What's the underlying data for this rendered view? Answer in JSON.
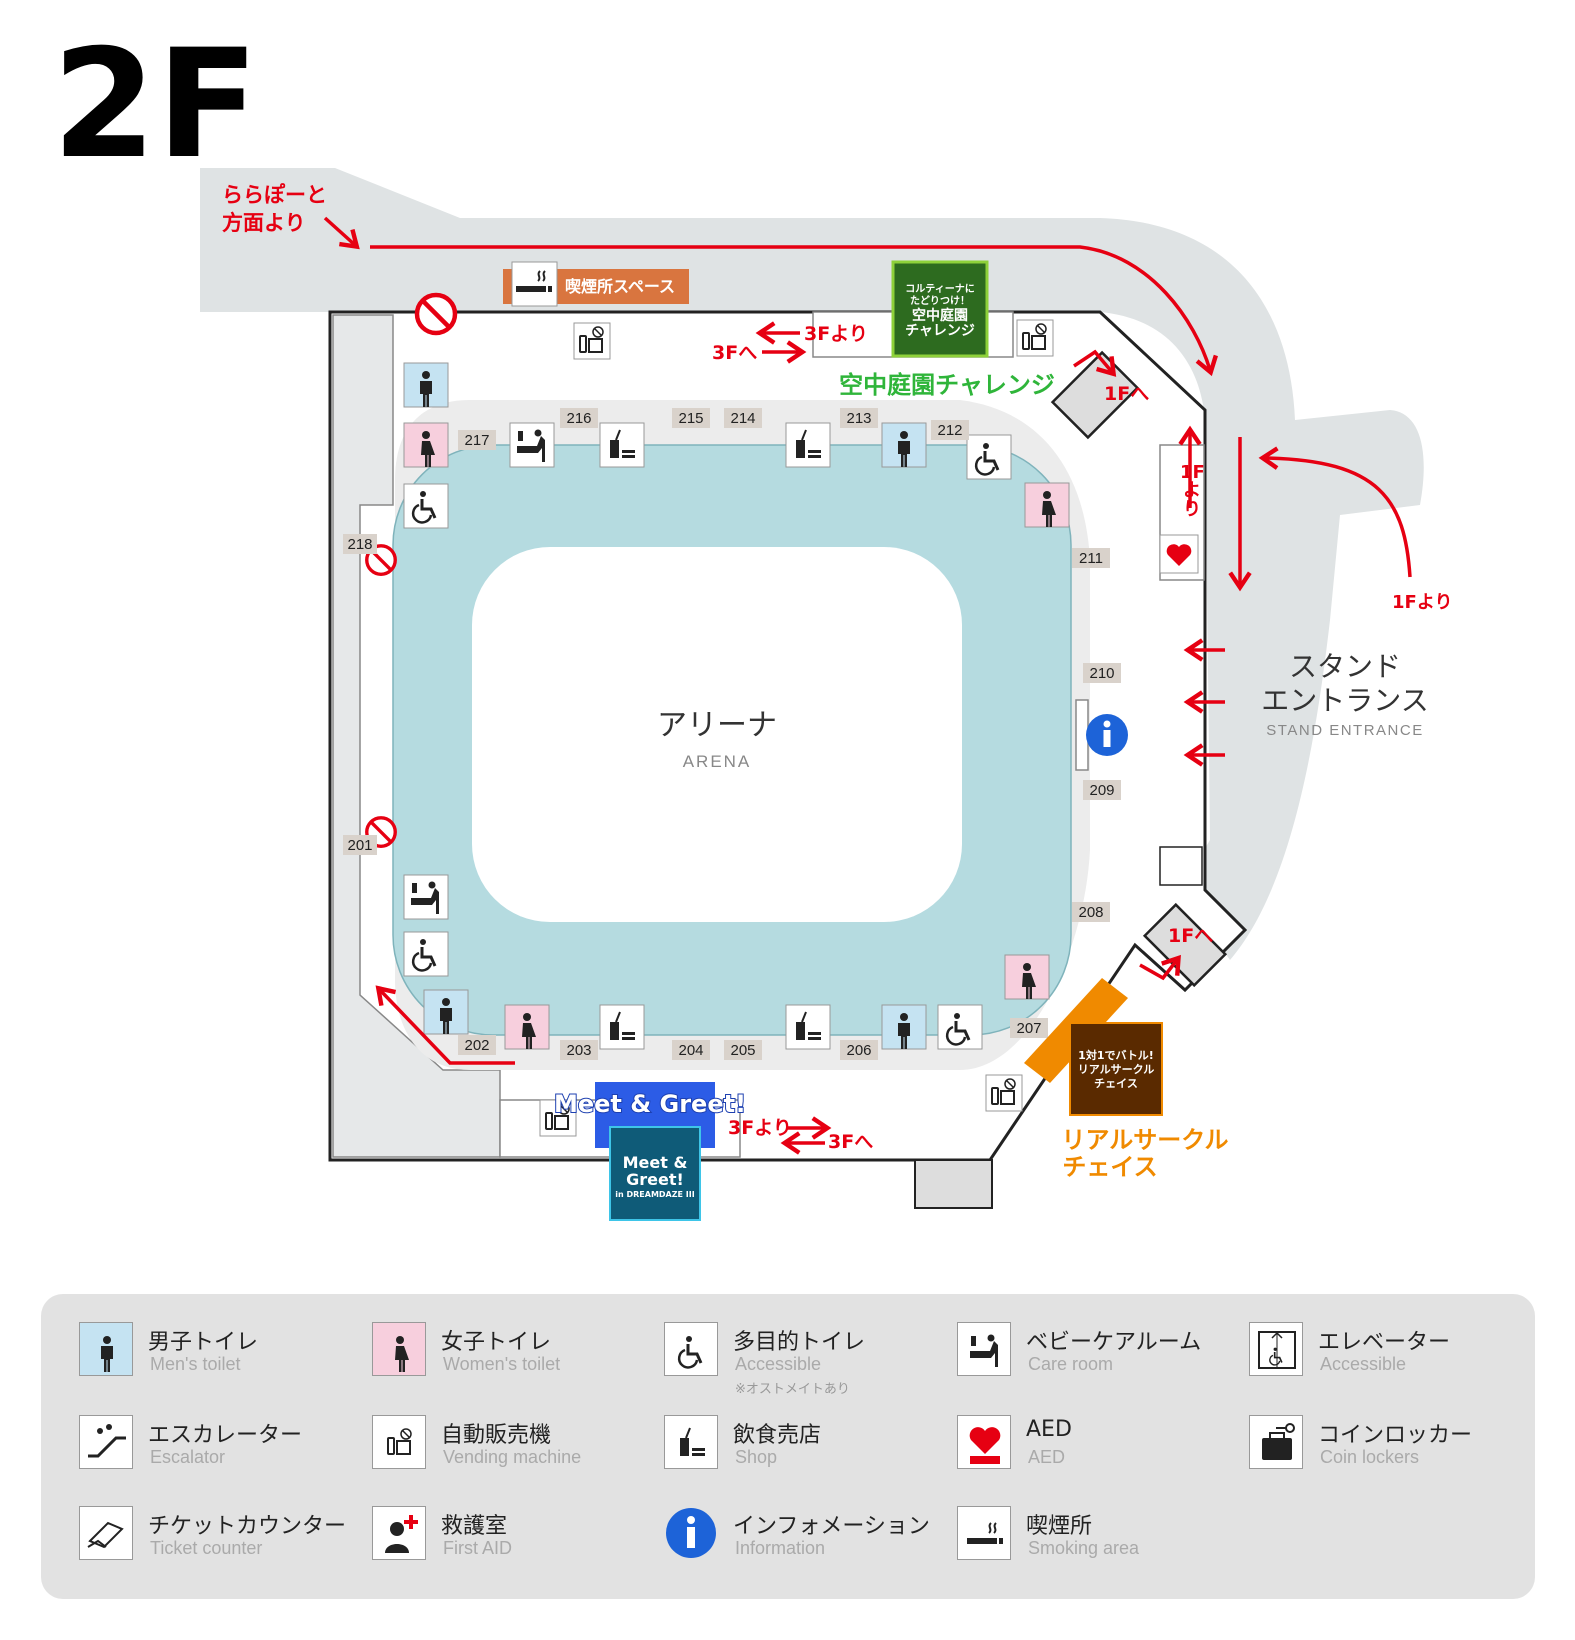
{
  "floor": "2F",
  "map": {
    "arena_ja": "アリーナ",
    "arena_en": "ARENA",
    "stand_entrance_ja_line1": "スタンド",
    "stand_entrance_ja_line2": "エントランス",
    "stand_entrance_en": "STAND ENTRANCE",
    "from_lalaport_line1": "ららぽーと",
    "from_lalaport_line2": "方面より",
    "smoking_space": "喫煙所スペース",
    "from_3f": "3Fより",
    "to_3f": "3Fへ",
    "to_1f": "1Fへ",
    "from_1f": "1Fより",
    "from_1f_vertical": [
      "1F",
      "よ",
      "り"
    ],
    "aed_label": "AED",
    "sky_garden_title": "空中庭園チャレンジ",
    "sky_garden_card": [
      "コルティーナに",
      "たどりつけ！",
      "空中庭園",
      "チャレンジ"
    ],
    "meet_greet_title": "Meet & Greet!",
    "meet_greet_card": [
      "Meet &",
      "Greet!",
      "in DREAMDAZE III"
    ],
    "real_circle_title_line1": "リアルサークル",
    "real_circle_title_line2": "チェイス",
    "real_circle_card": [
      "1対1でバトル!",
      "リアルサークル",
      "チェイス"
    ],
    "gates": {
      "g202": "202",
      "g203": "203",
      "g204": "204",
      "g205": "205",
      "g206": "206",
      "g207": "207",
      "g208": "208",
      "g209": "209",
      "g210": "210",
      "g211": "211",
      "g212": "212",
      "g213": "213",
      "g214": "214",
      "g215": "215",
      "g216": "216",
      "g217": "217",
      "g218": "218",
      "g201": "201"
    }
  },
  "colors": {
    "mens": "#c5e3f2",
    "womens": "#f7cfdd",
    "arena_blue": "#b5dbe0",
    "corridor": "#dfe3e4",
    "route_red": "#e60012",
    "info_blue": "#1d63d8",
    "smoking_orange": "#d9753f",
    "sky_green": "#2fb53a",
    "meet_blue": "#2c5ce6",
    "chase_orange": "#f08a00"
  },
  "legend": [
    {
      "icon": "mens-toilet-icon",
      "ja": "男子トイレ",
      "en": "Men's toilet"
    },
    {
      "icon": "womens-toilet-icon",
      "ja": "女子トイレ",
      "en": "Women's toilet"
    },
    {
      "icon": "accessible-toilet-icon",
      "ja": "多目的トイレ",
      "en": "Accessible",
      "note": "※オストメイトあり"
    },
    {
      "icon": "baby-care-icon",
      "ja": "ベビーケアルーム",
      "en": "Care room"
    },
    {
      "icon": "elevator-icon",
      "ja": "エレベーター",
      "en": "Accessible"
    },
    {
      "icon": "escalator-icon",
      "ja": "エスカレーター",
      "en": "Escalator"
    },
    {
      "icon": "vending-machine-icon",
      "ja": "自動販売機",
      "en": "Vending machine"
    },
    {
      "icon": "shop-icon",
      "ja": "飲食売店",
      "en": "Shop"
    },
    {
      "icon": "aed-icon",
      "ja": "AED",
      "en": "AED"
    },
    {
      "icon": "coin-locker-icon",
      "ja": "コインロッカー",
      "en": "Coin lockers"
    },
    {
      "icon": "ticket-counter-icon",
      "ja": "チケットカウンター",
      "en": "Ticket counter"
    },
    {
      "icon": "first-aid-icon",
      "ja": "救護室",
      "en": "First AID"
    },
    {
      "icon": "information-icon",
      "ja": "インフォメーション",
      "en": "Information"
    },
    {
      "icon": "smoking-area-icon",
      "ja": "喫煙所",
      "en": "Smoking area"
    }
  ]
}
